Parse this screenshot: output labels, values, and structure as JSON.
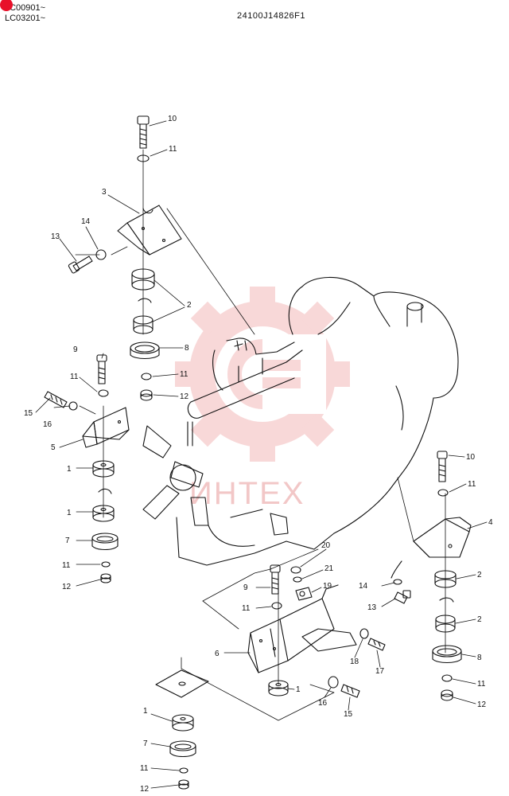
{
  "header": {
    "serial_line_1": "LC00901~",
    "serial_line_2": "LC03201~",
    "drawing_number": "24100J14826F1"
  },
  "watermark": {
    "text": "ИНТЕХ",
    "color": "#f3c4c4"
  },
  "accent_color": "#e8102a",
  "callouts": [
    {
      "label": "10"
    },
    {
      "label": "11"
    },
    {
      "label": "3"
    },
    {
      "label": "14"
    },
    {
      "label": "13"
    },
    {
      "label": "2"
    },
    {
      "label": "9"
    },
    {
      "label": "8"
    },
    {
      "label": "11"
    },
    {
      "label": "12"
    },
    {
      "label": "11"
    },
    {
      "label": "15"
    },
    {
      "label": "16"
    },
    {
      "label": "5"
    },
    {
      "label": "1"
    },
    {
      "label": "1"
    },
    {
      "label": "7"
    },
    {
      "label": "11"
    },
    {
      "label": "12"
    },
    {
      "label": "10"
    },
    {
      "label": "11"
    },
    {
      "label": "4"
    },
    {
      "label": "20"
    },
    {
      "label": "21"
    },
    {
      "label": "9"
    },
    {
      "label": "19"
    },
    {
      "label": "14"
    },
    {
      "label": "2"
    },
    {
      "label": "11"
    },
    {
      "label": "13"
    },
    {
      "label": "2"
    },
    {
      "label": "6"
    },
    {
      "label": "18"
    },
    {
      "label": "17"
    },
    {
      "label": "8"
    },
    {
      "label": "1"
    },
    {
      "label": "16"
    },
    {
      "label": "11"
    },
    {
      "label": "15"
    },
    {
      "label": "12"
    },
    {
      "label": "1"
    },
    {
      "label": "7"
    },
    {
      "label": "11"
    },
    {
      "label": "12"
    }
  ]
}
